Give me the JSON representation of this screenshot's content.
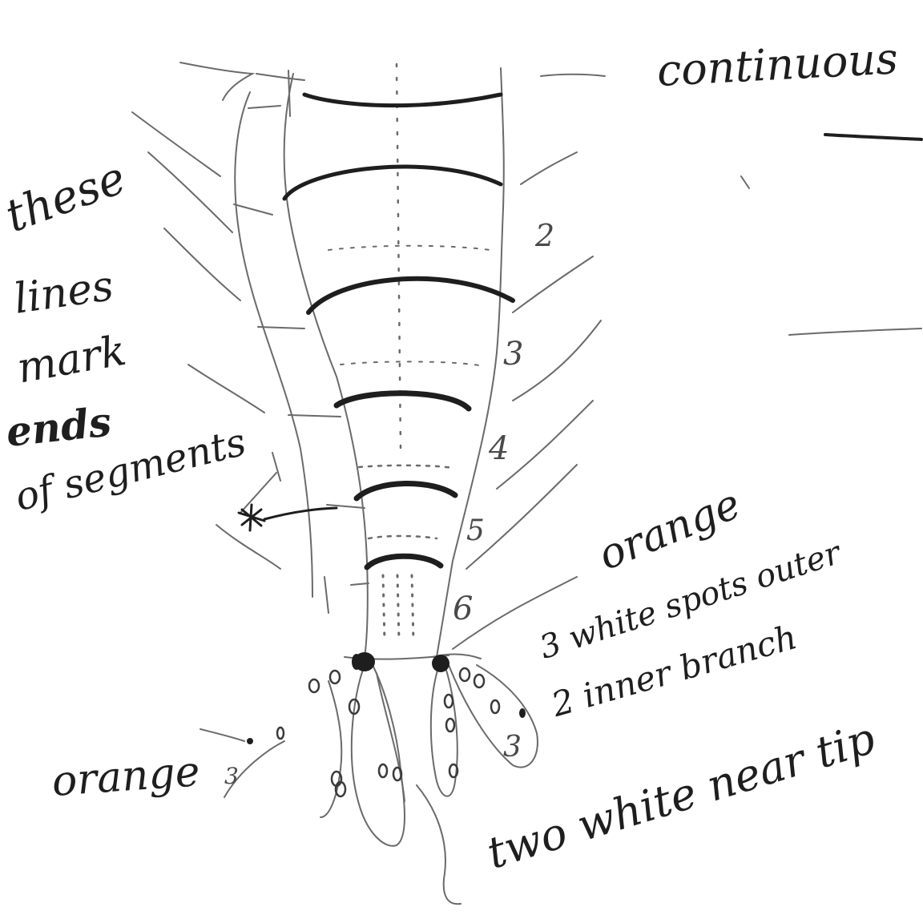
{
  "sketch": {
    "top_right_note": "continuous",
    "left_note_lines": [
      "these",
      "lines",
      "mark",
      "ends",
      "of segments"
    ],
    "segment_numbers": [
      "2",
      "3",
      "4",
      "5",
      "6"
    ],
    "orange_label_right": "orange",
    "spots_note_line1": "3 white spots outer",
    "spots_note_line2": "2 inner branch",
    "orange_label_left": "orange",
    "tip_note": "two white near tip",
    "fin_marks": [
      "3",
      "3"
    ]
  },
  "colors": {
    "ink": "#1e1e1e",
    "pencil": "#6a6a6a",
    "paper": "#ffffff"
  }
}
